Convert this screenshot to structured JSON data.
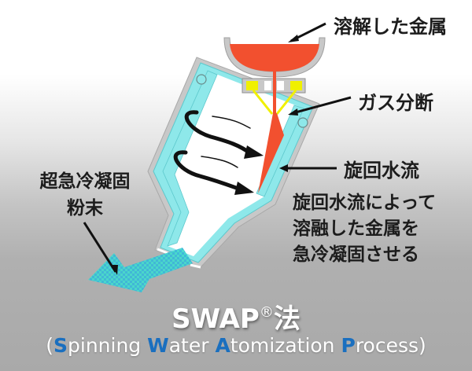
{
  "labels": {
    "molten_metal": "溶解した金属",
    "gas_cutting": "ガス分断",
    "swirling_water": "旋回水流",
    "description": [
      "旋回水流によって",
      "溶融した金属を",
      "急冷凝固させる"
    ],
    "powder": [
      "超急冷凝固",
      "粉末"
    ]
  },
  "title": {
    "main": "SWAP",
    "registered": "®",
    "suffix": "法",
    "subtitle_open": "(",
    "subtitle_parts": [
      {
        "initial": "S",
        "rest": "pinning "
      },
      {
        "initial": "W",
        "rest": "ater "
      },
      {
        "initial": "A",
        "rest": "tomization "
      },
      {
        "initial": "P",
        "rest": "rocess"
      }
    ],
    "subtitle_close": ")"
  },
  "colors": {
    "molten_metal": "#f2502f",
    "water": "#8ee8ea",
    "vessel_wall": "#c8c8c8",
    "gas_nozzle": "#f0f000",
    "powder": "#3fd6c8",
    "accent_blue": "#1a6fbf"
  }
}
